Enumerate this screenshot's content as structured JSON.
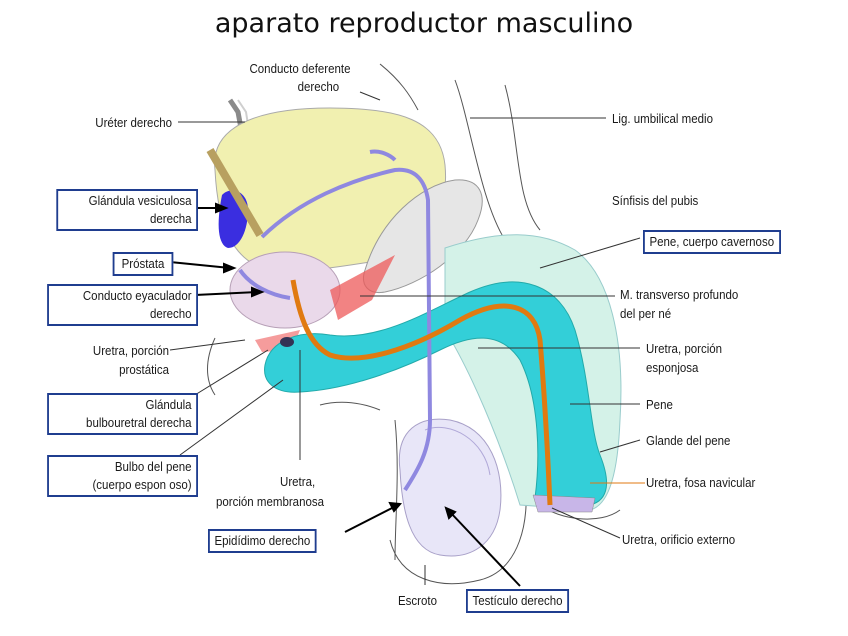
{
  "title": "aparato reproductor masculino",
  "labels": {
    "conducto_deferente": "Conducto deferente",
    "conducto_deferente_2": "derecho",
    "ureter": "Uréter derecho",
    "lig_umbilical": "Lig. umbilical medio",
    "glandula_vesiculosa": "Glándula vesiculosa",
    "glandula_vesiculosa_2": "derecha",
    "sinfisis": "Sínfisis del pubis",
    "prostata": "Próstata",
    "pene_cavernoso": "Pene, cuerpo cavernoso",
    "conducto_eyaculador": "Conducto eyaculador",
    "conducto_eyaculador_2": "derecho",
    "transverso": "M. transverso profundo",
    "transverso_2": "del per né",
    "uretra_prostatica": "Uretra, porción",
    "uretra_prostatica_2": "prostática",
    "uretra_esponjosa": "Uretra, porción",
    "uretra_esponjosa_2": "esponjosa",
    "glandula_bulbouretral": "Glándula",
    "glandula_bulbouretral_2": "bulbouretral derecha",
    "pene": "Pene",
    "glande": "Glande del pene",
    "bulbo": "Bulbo del pene",
    "bulbo_2": "(cuerpo espon oso)",
    "uretra_membranosa": "Uretra,",
    "uretra_membranosa_2": "porción membranosa",
    "uretra_fosa": "Uretra, fosa navicular",
    "epididimo": "Epidídimo derecho",
    "uretra_orificio": "Uretra, orificio externo",
    "escroto": "Escroto",
    "testiculo": "Testículo derecho"
  },
  "colors": {
    "bladder": "#f1f0b0",
    "prostate": "#ead9ea",
    "seminal_vesicle": "#3a2ee0",
    "ductus": "#8f88e0",
    "urethra": "#e07a10",
    "spongiosum": "#33cfd8",
    "cavernosum": "#d4f2e8",
    "muscle": "#ee5a5a",
    "testis": "#e8e6f8",
    "box_border": "#1f3d8f"
  }
}
